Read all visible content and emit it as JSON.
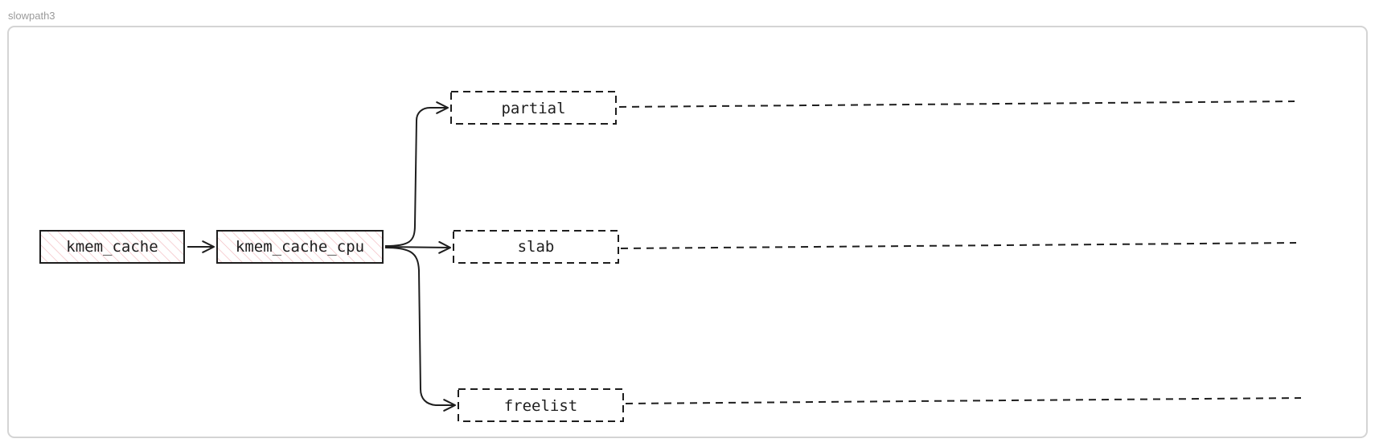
{
  "frame": {
    "title": "slowpath3"
  },
  "nodes": {
    "kmem_cache": "kmem_cache",
    "kmem_cache_cpu": "kmem_cache_cpu",
    "partial": "partial",
    "slab": "slab",
    "freelist": "freelist"
  },
  "colors": {
    "stroke": "#1e1e1e",
    "hatch": "#f2b8bd",
    "frame_border": "#d4d4d4",
    "frame_title": "#9a9a9a"
  }
}
